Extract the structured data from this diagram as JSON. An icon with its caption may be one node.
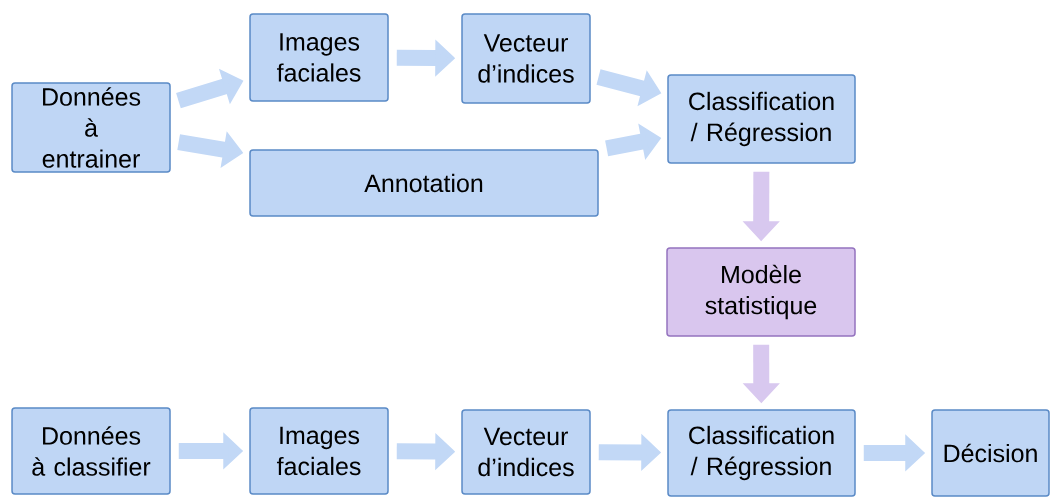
{
  "diagram": {
    "nodes": [
      {
        "text": [
          "Données à entrainer"
        ]
      },
      {
        "text": [
          "Images faciales"
        ]
      },
      {
        "text": [
          "Vecteur d’indices"
        ]
      },
      {
        "text": [
          "Annotation"
        ]
      },
      {
        "text": [
          "Classification / Régression"
        ]
      },
      {
        "text": [
          "Modèle statistique"
        ]
      },
      {
        "text": [
          "Données à classifier"
        ]
      },
      {
        "text": [
          "Images faciales"
        ]
      },
      {
        "text": [
          "Vecteur d’indices"
        ]
      },
      {
        "text": [
          "Classification / Régression"
        ]
      },
      {
        "text": [
          "Décision"
        ]
      }
    ],
    "edges": [
      {
        "from": 0,
        "to": 1,
        "arrow": "to"
      },
      {
        "from": 0,
        "to": 3,
        "arrow": "to"
      },
      {
        "from": 1,
        "to": 2,
        "arrow": "to"
      },
      {
        "from": 2,
        "to": 4,
        "arrow": "to"
      },
      {
        "from": 3,
        "to": 4,
        "arrow": "to"
      },
      {
        "from": 4,
        "to": 5,
        "arrow": "to",
        "color": "#d8c8ef"
      },
      {
        "from": 5,
        "to": 9,
        "arrow": "to",
        "color": "#d8c8ef"
      },
      {
        "from": 6,
        "to": 7,
        "arrow": "to"
      },
      {
        "from": 7,
        "to": 8,
        "arrow": "to"
      },
      {
        "from": 8,
        "to": 9,
        "arrow": "to"
      },
      {
        "from": 9,
        "to": 10,
        "arrow": "to"
      }
    ]
  }
}
